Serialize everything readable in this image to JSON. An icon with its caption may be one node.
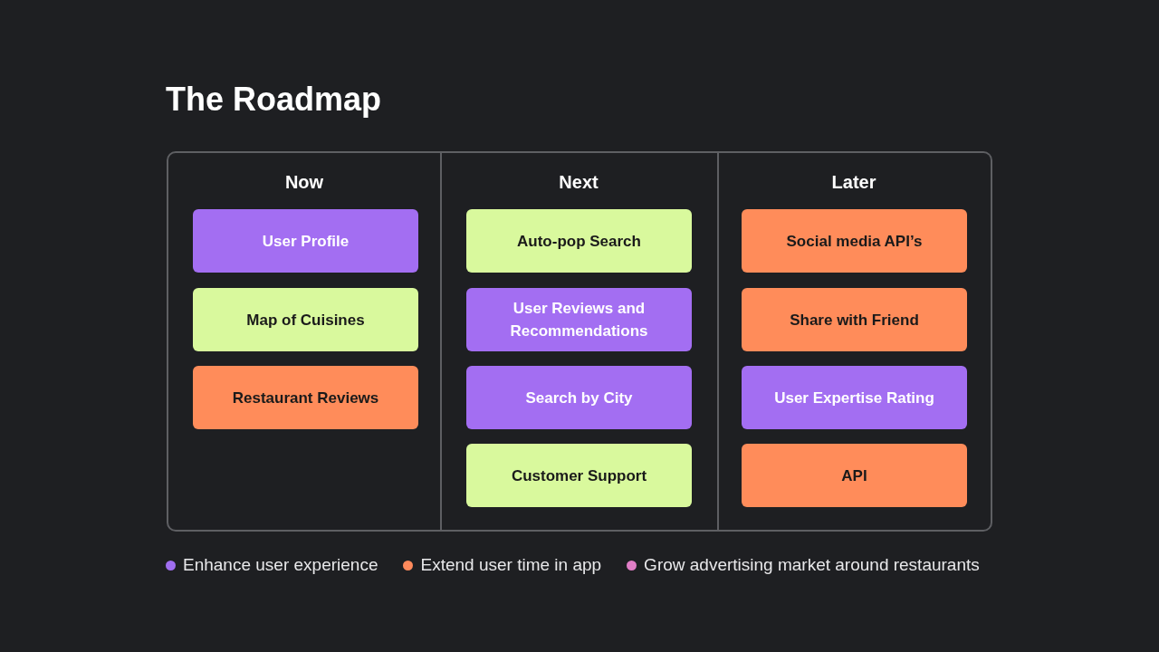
{
  "diagram": {
    "title": "The Roadmap",
    "nodes": [
      {
        "text": [
          "Now"
        ]
      },
      {
        "text": [
          "User Profile"
        ],
        "in": 0
      },
      {
        "text": [
          "Map of Cuisines"
        ],
        "in": 0
      },
      {
        "text": [
          "Restaurant Reviews"
        ],
        "in": 0
      },
      {
        "text": [
          "Next"
        ]
      },
      {
        "text": [
          "Auto-pop Search"
        ],
        "in": 4
      },
      {
        "text": [
          "User Reviews and Recommendations"
        ],
        "in": 4
      },
      {
        "text": [
          "Search by City"
        ],
        "in": 4
      },
      {
        "text": [
          "Customer Support"
        ],
        "in": 4
      },
      {
        "text": [
          "Later"
        ]
      },
      {
        "text": [
          "Social media API’s"
        ],
        "in": 9
      },
      {
        "text": [
          "Share with Friend"
        ],
        "in": 9
      },
      {
        "text": [
          "User Expertise Rating"
        ],
        "in": 9
      },
      {
        "text": [
          "API"
        ],
        "in": 9
      }
    ],
    "edges": [],
    "legend": [
      {
        "text": "Enhance user experience",
        "color": "#a06ef0"
      },
      {
        "text": "Extend user time in app",
        "color": "#ff8a5c"
      },
      {
        "text": "Grow advertising market around restaurants",
        "color": "#e07ec6"
      }
    ]
  }
}
